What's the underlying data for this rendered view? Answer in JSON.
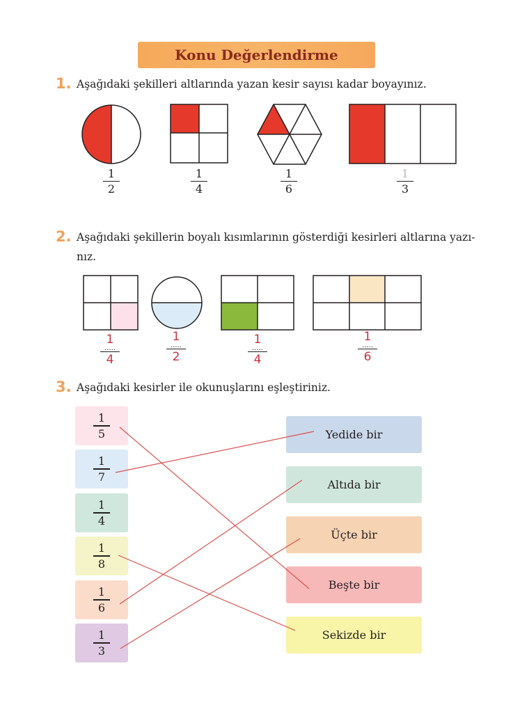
{
  "title": "Konu Değerlendirme",
  "q1": {
    "number": "1.",
    "text": "Aşağıdaki şekilleri altlarında yazan kesir sayısı kadar boyayınız.",
    "fractions": [
      {
        "num": "1",
        "den": "2"
      },
      {
        "num": "1",
        "den": "4"
      },
      {
        "num": "1",
        "den": "6"
      },
      {
        "num": "1",
        "den": "3"
      }
    ]
  },
  "q2": {
    "number": "2.",
    "text_line1": "Aşağıdaki şekillerin boyalı kısımlarının gösterdiği kesirleri altlarına yazı-",
    "text_line2": "nız.",
    "answers": [
      {
        "num": "1",
        "den": "4"
      },
      {
        "num": "1",
        "den": "2"
      },
      {
        "num": "1",
        "den": "4"
      },
      {
        "num": "1",
        "den": "6"
      }
    ],
    "dots": "....."
  },
  "q3": {
    "number": "3.",
    "text": "Aşağıdaki kesirler ile okunuşlarını eşleştiriniz.",
    "left": [
      {
        "num": "1",
        "den": "5",
        "color": "#fde3ea"
      },
      {
        "num": "1",
        "den": "7",
        "color": "#dcebf7"
      },
      {
        "num": "1",
        "den": "4",
        "color": "#cfe7dc"
      },
      {
        "num": "1",
        "den": "8",
        "color": "#f5f4c8"
      },
      {
        "num": "1",
        "den": "6",
        "color": "#fbdccb"
      },
      {
        "num": "1",
        "den": "3",
        "color": "#dfc9e3"
      }
    ],
    "right": [
      {
        "label": "Yedide bir",
        "color": "#c9d8ea"
      },
      {
        "label": "Altıda bir",
        "color": "#cfe6dc"
      },
      {
        "label": "Üçte bir",
        "color": "#f6d3b2"
      },
      {
        "label": "Beşte bir",
        "color": "#f7b9b8"
      },
      {
        "label": "Sekizde bir",
        "color": "#f8f4a8"
      }
    ]
  },
  "colors": {
    "shade_red": "#e53a2b",
    "shade_pink": "#fce1ea",
    "shade_blue": "#dbecf8",
    "shade_green": "#8ab93c",
    "shade_peach": "#fbe6c4",
    "answer_red": "#c8323c"
  }
}
